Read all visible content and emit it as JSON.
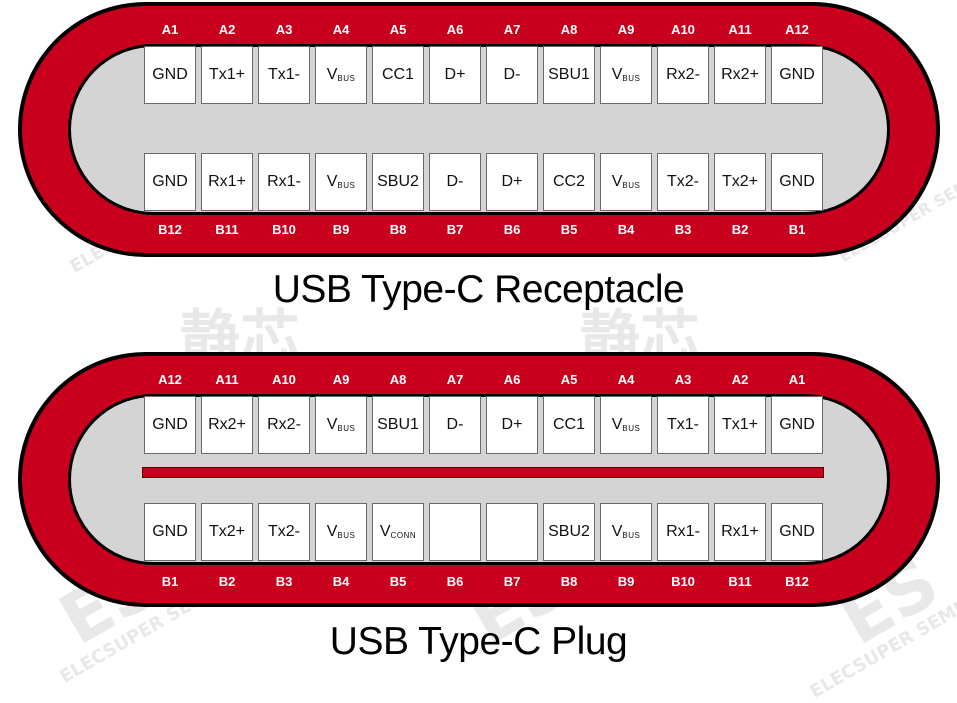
{
  "colors": {
    "connector_red": "#c8001e",
    "inner_gray": "#d4d4d4",
    "outline": "#000000",
    "pin_fill": "#ffffff"
  },
  "receptacle": {
    "title": "USB Type-C Receptacle",
    "top_labels": [
      "A1",
      "A2",
      "A3",
      "A4",
      "A5",
      "A6",
      "A7",
      "A8",
      "A9",
      "A10",
      "A11",
      "A12"
    ],
    "top_pins": [
      {
        "main": "GND"
      },
      {
        "main": "Tx1+"
      },
      {
        "main": "Tx1-"
      },
      {
        "main": "V",
        "sub": "BUS"
      },
      {
        "main": "CC1"
      },
      {
        "main": "D+"
      },
      {
        "main": "D-"
      },
      {
        "main": "SBU1"
      },
      {
        "main": "V",
        "sub": "BUS"
      },
      {
        "main": "Rx2-"
      },
      {
        "main": "Rx2+"
      },
      {
        "main": "GND"
      }
    ],
    "bottom_pins": [
      {
        "main": "GND"
      },
      {
        "main": "Rx1+"
      },
      {
        "main": "Rx1-"
      },
      {
        "main": "V",
        "sub": "BUS"
      },
      {
        "main": "SBU2"
      },
      {
        "main": "D-"
      },
      {
        "main": "D+"
      },
      {
        "main": "CC2"
      },
      {
        "main": "V",
        "sub": "BUS"
      },
      {
        "main": "Tx2-"
      },
      {
        "main": "Tx2+"
      },
      {
        "main": "GND"
      }
    ],
    "bottom_labels": [
      "B12",
      "B11",
      "B10",
      "B9",
      "B8",
      "B7",
      "B6",
      "B5",
      "B4",
      "B3",
      "B2",
      "B1"
    ]
  },
  "plug": {
    "title": "USB Type-C Plug",
    "top_labels": [
      "A12",
      "A11",
      "A10",
      "A9",
      "A8",
      "A7",
      "A6",
      "A5",
      "A4",
      "A3",
      "A2",
      "A1"
    ],
    "top_pins": [
      {
        "main": "GND"
      },
      {
        "main": "Rx2+"
      },
      {
        "main": "Rx2-"
      },
      {
        "main": "V",
        "sub": "BUS"
      },
      {
        "main": "SBU1"
      },
      {
        "main": "D-"
      },
      {
        "main": "D+"
      },
      {
        "main": "CC1"
      },
      {
        "main": "V",
        "sub": "BUS"
      },
      {
        "main": "Tx1-"
      },
      {
        "main": "Tx1+"
      },
      {
        "main": "GND"
      }
    ],
    "bottom_pins": [
      {
        "main": "GND"
      },
      {
        "main": "Tx2+"
      },
      {
        "main": "Tx2-"
      },
      {
        "main": "V",
        "sub": "BUS"
      },
      {
        "main": "V",
        "sub": "CONN"
      },
      {
        "main": ""
      },
      {
        "main": ""
      },
      {
        "main": "SBU2"
      },
      {
        "main": "V",
        "sub": "BUS"
      },
      {
        "main": "Rx1-"
      },
      {
        "main": "Rx1+"
      },
      {
        "main": "GND"
      }
    ],
    "bottom_labels": [
      "B1",
      "B2",
      "B3",
      "B4",
      "B5",
      "B6",
      "B7",
      "B8",
      "B9",
      "B10",
      "B11",
      "B12"
    ]
  },
  "watermark": {
    "brand": "ELECSUPER SEMI",
    "mark": "ES",
    "cn": "静芯"
  }
}
